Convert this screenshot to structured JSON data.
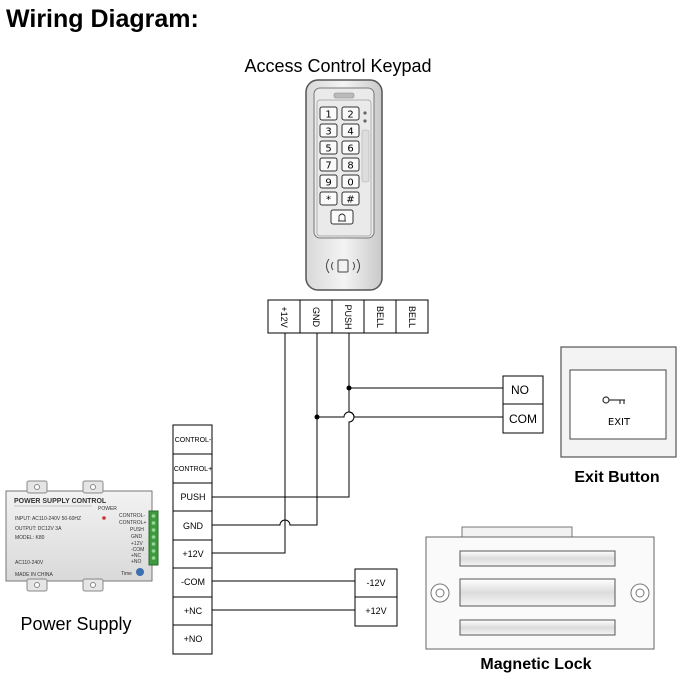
{
  "title": "Wiring Diagram:",
  "keypad": {
    "caption": "Access Control Keypad",
    "keys": [
      "1",
      "2",
      "3",
      "4",
      "5",
      "6",
      "7",
      "8",
      "9",
      "0",
      "*",
      "#"
    ],
    "terminals": [
      "+12V",
      "GND",
      "PUSH",
      "BELL",
      "BELL"
    ]
  },
  "exit_button": {
    "caption": "Exit Button",
    "panel_text": "EXIT",
    "terminals": [
      "NO",
      "COM"
    ]
  },
  "power_supply": {
    "caption": "Power Supply",
    "label_title": "POWER SUPPLY CONTROL",
    "label_lines": [
      "INPUT: AC110-240V 50-60HZ",
      "OUTPUT: DC12V 3A",
      "MODEL: K80",
      "AC110-240V",
      "MADE IN CHINA"
    ],
    "power_label": "POWER",
    "time_label": "Time",
    "side_terminals": [
      "CONTROL-",
      "CONTROL+",
      "PUSH",
      "GND",
      "+12V",
      "-COM",
      "+NC",
      "+NO"
    ],
    "terminals": [
      "CONTROL-",
      "CONTROL+",
      "PUSH",
      "GND",
      "+12V",
      "-COM",
      "+NC",
      "+NO"
    ]
  },
  "magnetic_lock": {
    "caption": "Magnetic Lock",
    "terminals": [
      "-12V",
      "+12V"
    ]
  }
}
